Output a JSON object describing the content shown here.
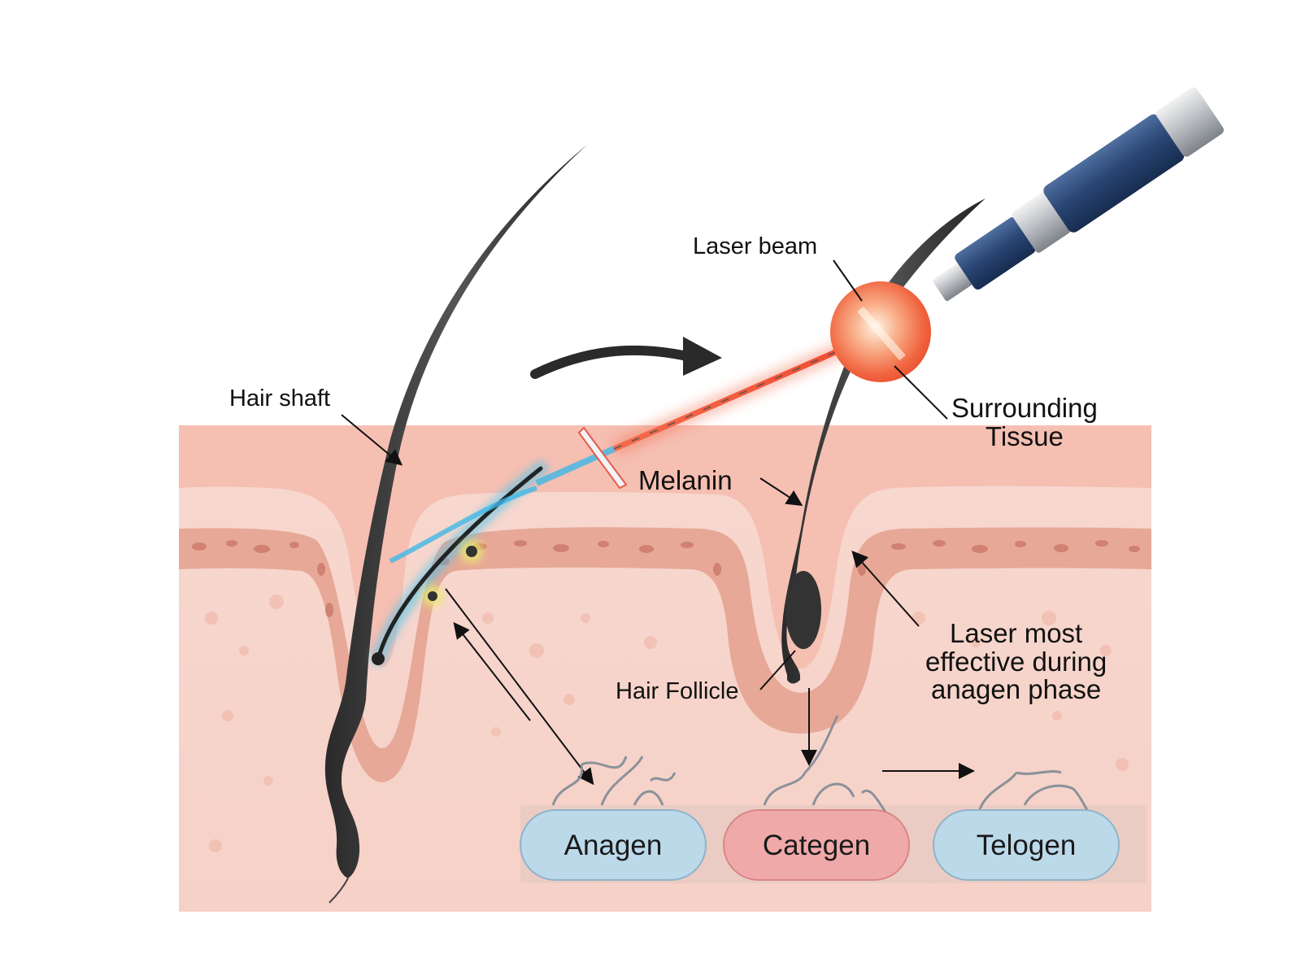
{
  "labels": {
    "hair_shaft": "Hair shaft",
    "laser_beam": "Laser beam",
    "surrounding_tissue": "Surrounding\nTissue",
    "melanin": "Melanin",
    "hair_follicle": "Hair Follicle",
    "laser_effective": "Laser most\neffective during\nanagen phase"
  },
  "phases": [
    {
      "label": "Anagen",
      "color": "#bcd9ea"
    },
    {
      "label": "Categen",
      "color": "#f0a9a9"
    },
    {
      "label": "Telogen",
      "color": "#bcd9ea"
    }
  ],
  "colors": {
    "skin": "#f6cfc4",
    "skin_top": "#f3b8aa",
    "dermis_band": "#e8a393",
    "hair": "#333333",
    "laser_red": "#f05a3c",
    "laser_blue": "#3fb8e6",
    "handpiece": "#27436e"
  },
  "icons": [
    "laser-handpiece-icon",
    "curved-arrow-icon"
  ]
}
